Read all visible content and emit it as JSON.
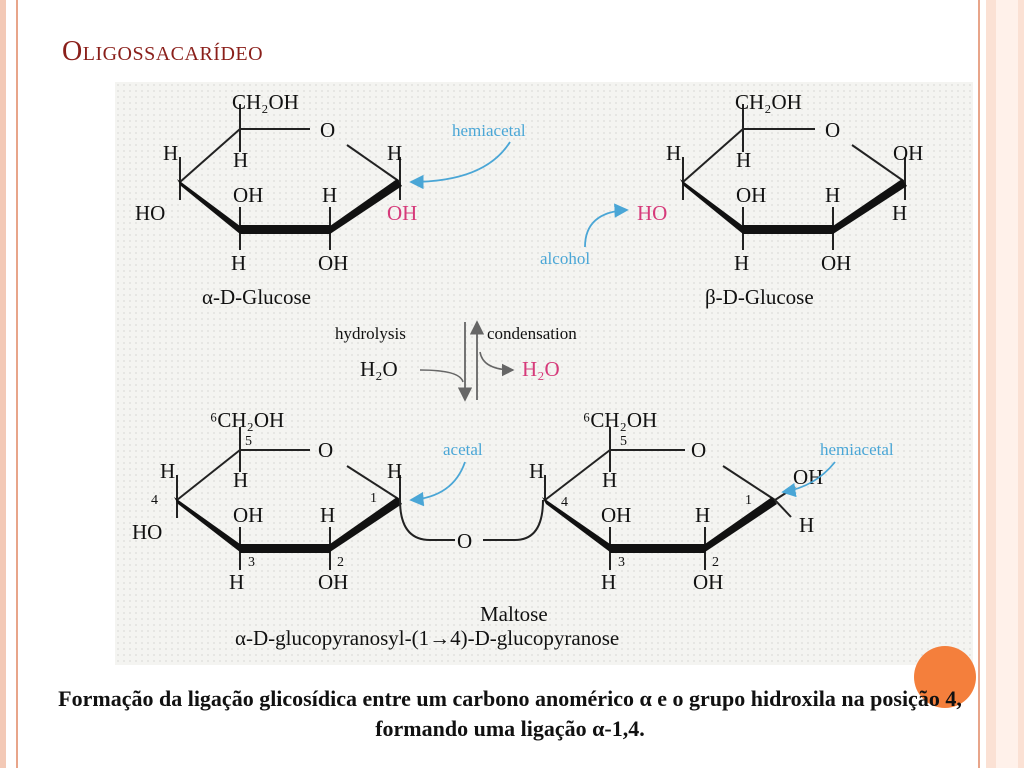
{
  "title": "Oligossacarídeo",
  "caption": "Formação da ligação glicosídica entre um carbono anomérico α e o grupo hidroxila na posição 4, formando uma ligação α-1,4.",
  "colors": {
    "title": "#8a1f1a",
    "annotation": "#4aa6d6",
    "highlight": "#d63a7a",
    "accent": "#f47f3c"
  },
  "diagram": {
    "alpha_glucose": {
      "ch2oh": "CH₂OH",
      "o": "O",
      "c1_h": "H",
      "c1_oh": "OH",
      "c4_h": "H",
      "c4_ho": "HO",
      "c5_h": "H",
      "c3_oh": "OH",
      "c2_h": "H",
      "c3_h": "H",
      "c2_oh": "OH",
      "name": "α-D-Glucose"
    },
    "beta_glucose": {
      "ch2oh": "CH₂OH",
      "o": "O",
      "c1_oh": "OH",
      "c1_h": "H",
      "c4_h": "H",
      "c4_ho": "HO",
      "c5_h": "H",
      "c3_oh": "OH",
      "c2_h": "H",
      "c3_h": "H",
      "c2_oh": "OH",
      "name": "β-D-Glucose"
    },
    "labels": {
      "hemiacetal_top": "hemiacetal",
      "alcohol": "alcohol",
      "hydrolysis": "hydrolysis",
      "condensation": "condensation",
      "h2o_left": "H₂O",
      "h2o_right": "H₂O",
      "acetal": "acetal",
      "hemiacetal_bottom": "hemiacetal"
    },
    "maltose": {
      "left": {
        "ch2oh": "⁶CH₂OH",
        "n5": "5",
        "o": "O",
        "h_top": "H",
        "c1_h": "H",
        "n1": "1",
        "n4": "4",
        "ho": "HO",
        "c5_h": "H",
        "c3_oh": "OH",
        "c2_h": "H",
        "n3": "3",
        "n2": "2",
        "c3_h": "H",
        "c2_oh": "OH"
      },
      "bridge_o": "O",
      "right": {
        "ch2oh": "⁶CH₂OH",
        "n5": "5",
        "o": "O",
        "h_top": "H",
        "n4": "4",
        "c5_h": "H",
        "c3_oh": "OH",
        "c2_h": "H",
        "n1": "1",
        "c1_oh": "OH",
        "c1_h": "H",
        "n3": "3",
        "n2": "2",
        "c3_h": "H",
        "c2_oh": "OH"
      },
      "name": "Maltose",
      "systematic": "α-D-glucopyranosyl-(1→4)-D-glucopyranose"
    }
  }
}
